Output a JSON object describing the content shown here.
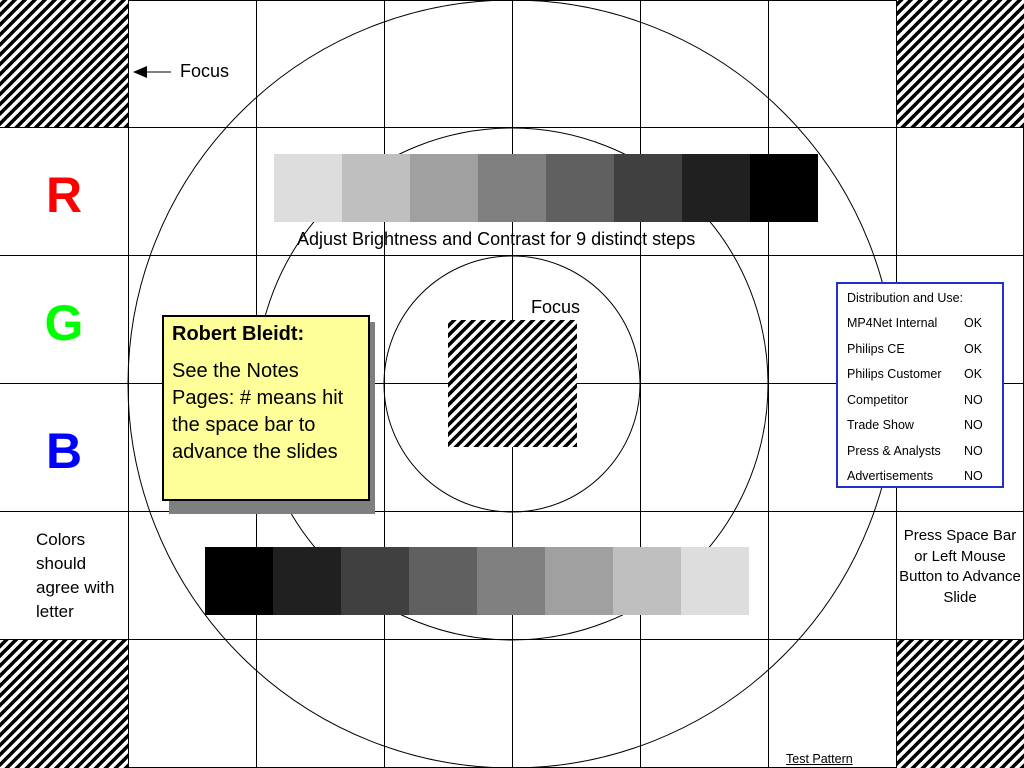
{
  "focus_top_label": "Focus",
  "focus_center_label": "Focus",
  "rgb_letters": [
    {
      "letter": "R",
      "color": "#ff0000"
    },
    {
      "letter": "G",
      "color": "#00ff00"
    },
    {
      "letter": "B",
      "color": "#0000ff"
    }
  ],
  "grayscale_top": [
    "#dddddd",
    "#bfbfbf",
    "#a0a0a0",
    "#808080",
    "#606060",
    "#404040",
    "#202020",
    "#000000"
  ],
  "grayscale_bottom": [
    "#000000",
    "#202020",
    "#404040",
    "#606060",
    "#808080",
    "#a0a0a0",
    "#bfbfbf",
    "#dddddd"
  ],
  "brightness_label": "Adjust Brightness and Contrast for 9 distinct steps",
  "note": {
    "title": "Robert Bleidt:",
    "body": "See the Notes Pages: # means hit the space bar to advance the slides"
  },
  "distribution": {
    "heading": "Distribution and Use:",
    "rows": [
      {
        "name": "MP4Net Internal",
        "value": "OK"
      },
      {
        "name": "Philips CE",
        "value": "OK"
      },
      {
        "name": "Philips Customer",
        "value": "OK"
      },
      {
        "name": "Competitor",
        "value": "NO"
      },
      {
        "name": "Trade Show",
        "value": "NO"
      },
      {
        "name": "Press & Analysts",
        "value": "NO"
      },
      {
        "name": "Advertisements",
        "value": "NO"
      }
    ]
  },
  "colors_note": "Colors should agree with letter",
  "advance_note": "Press Space Bar or Left Mouse Button to Advance Slide",
  "test_pattern_label": "Test Pattern",
  "colors": {
    "note_background": "#ffff99",
    "distribution_border": "#2030c8"
  }
}
